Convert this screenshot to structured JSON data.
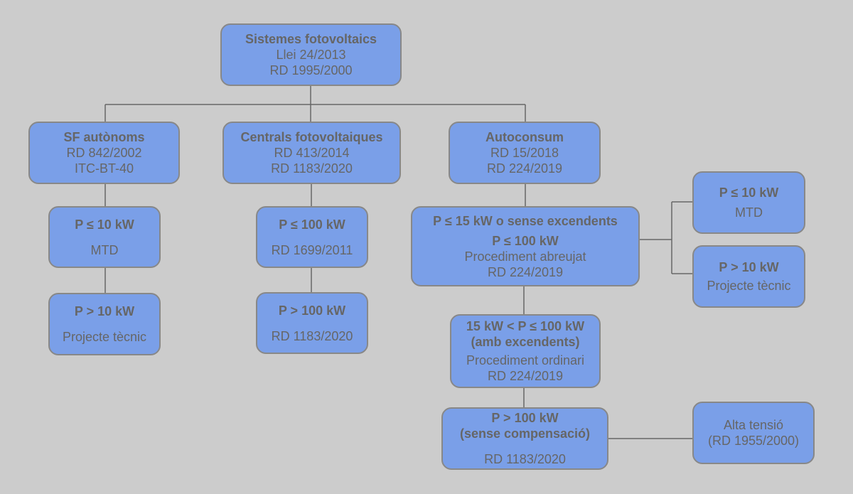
{
  "colors": {
    "background": "#cccccc",
    "box": "#7a9fe8",
    "text": "#666666",
    "line": "#666666"
  },
  "root": {
    "title": "Sistemes fotovoltaics",
    "l1": "Llei 24/2013",
    "l2": "RD 1995/2000"
  },
  "autonoms": {
    "title": "SF autònoms",
    "l1": "RD 842/2002",
    "l2": "ITC-BT-40",
    "n1": {
      "title": "P ≤ 10 kW",
      "l1": "MTD"
    },
    "n2": {
      "title": "P > 10 kW",
      "l1": "Projecte tècnic"
    }
  },
  "centrals": {
    "title": "Centrals fotovoltaiques",
    "l1": "RD 413/2014",
    "l2": "RD 1183/2020",
    "n1": {
      "title": "P ≤ 100 kW",
      "l1": "RD 1699/2011"
    },
    "n2": {
      "title": "P > 100 kW",
      "l1": "RD 1183/2020"
    }
  },
  "autoconsum": {
    "title": "Autoconsum",
    "l1": "RD 15/2018",
    "l2": "RD 224/2019",
    "n1": {
      "title": "P ≤ 15 kW o sense excendents",
      "title2": "P ≤ 100 kW",
      "l1": "Procediment abreujat",
      "l2": "RD 224/2019"
    },
    "r1": {
      "title": "P ≤ 10 kW",
      "l1": "MTD"
    },
    "r2": {
      "title": "P > 10 kW",
      "l1": "Projecte tècnic"
    },
    "n2": {
      "title": "15 kW < P ≤ 100 kW",
      "title2": "(amb excendents)",
      "l1": "Procediment ordinari",
      "l2": "RD 224/2019"
    },
    "n3": {
      "title": "P > 100 kW",
      "title2": "(sense compensació)",
      "l1": "RD 1183/2020"
    },
    "at": {
      "l1": "Alta tensió",
      "l2": "(RD 1955/2000)"
    }
  }
}
